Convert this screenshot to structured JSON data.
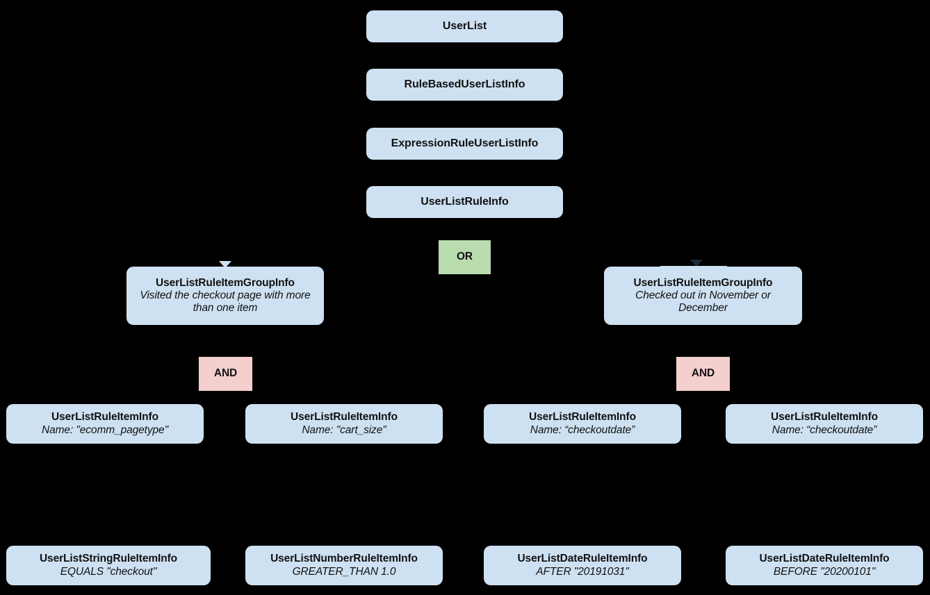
{
  "diagram": {
    "kind": "hierarchy-diagram",
    "background_color": "#000000",
    "palette": {
      "entity_fill": "#cee1f2",
      "or_fill": "#b8dcae",
      "and_fill": "#f5cfcd",
      "text_color": "#111111"
    },
    "levels": [
      {
        "level": 1,
        "nodes": [
          {
            "id": "user-list",
            "type": "entity",
            "title": "UserList",
            "subtitle": ""
          }
        ]
      },
      {
        "level": 2,
        "nodes": [
          {
            "id": "rule-based-user-list-info",
            "type": "entity",
            "title": "RuleBasedUserListInfo",
            "subtitle": ""
          }
        ]
      },
      {
        "level": 3,
        "nodes": [
          {
            "id": "expression-rule-user-list-info",
            "type": "entity",
            "title": "ExpressionRuleUserListInfo",
            "subtitle": ""
          }
        ]
      },
      {
        "level": 4,
        "nodes": [
          {
            "id": "user-list-rule-info",
            "type": "entity",
            "title": "UserListRuleInfo",
            "subtitle": ""
          }
        ]
      },
      {
        "level": 5,
        "nodes": [
          {
            "id": "operator-or",
            "type": "operator",
            "title": "OR",
            "subtitle": ""
          }
        ]
      },
      {
        "level": 6,
        "nodes": [
          {
            "id": "group-info-left",
            "type": "entity",
            "title": "UserListRuleItemGroupInfo",
            "subtitle": "Visited the checkout page with more than one item"
          },
          {
            "id": "group-info-right",
            "type": "entity",
            "title": "UserListRuleItemGroupInfo",
            "subtitle": "Checked out in November or December"
          }
        ]
      },
      {
        "level": 7,
        "nodes": [
          {
            "id": "operator-and-left",
            "type": "operator",
            "title": "AND",
            "subtitle": ""
          },
          {
            "id": "operator-and-right",
            "type": "operator",
            "title": "AND",
            "subtitle": ""
          }
        ]
      },
      {
        "level": 8,
        "nodes": [
          {
            "id": "rule-item-info-1",
            "type": "entity",
            "title": "UserListRuleItemInfo",
            "subtitle": "Name: \"ecomm_pagetype\""
          },
          {
            "id": "rule-item-info-2",
            "type": "entity",
            "title": "UserListRuleItemInfo",
            "subtitle": "Name: \"cart_size\""
          },
          {
            "id": "rule-item-info-3",
            "type": "entity",
            "title": "UserListRuleItemInfo",
            "subtitle": "Name: “checkoutdate”"
          },
          {
            "id": "rule-item-info-4",
            "type": "entity",
            "title": "UserListRuleItemInfo",
            "subtitle": "Name: “checkoutdate”"
          }
        ]
      },
      {
        "level": 9,
        "nodes": [
          {
            "id": "string-rule-item-info",
            "type": "entity",
            "title": "UserListStringRuleItemInfo",
            "subtitle": "EQUALS \"checkout\""
          },
          {
            "id": "number-rule-item-info",
            "type": "entity",
            "title": "UserListNumberRuleItemInfo",
            "subtitle": "GREATER_THAN 1.0"
          },
          {
            "id": "date-rule-item-info-after",
            "type": "entity",
            "title": "UserListDateRuleItemInfo",
            "subtitle": "AFTER \"20191031\""
          },
          {
            "id": "date-rule-item-info-before",
            "type": "entity",
            "title": "UserListDateRuleItemInfo",
            "subtitle": "BEFORE \"20200101\""
          }
        ]
      }
    ]
  }
}
